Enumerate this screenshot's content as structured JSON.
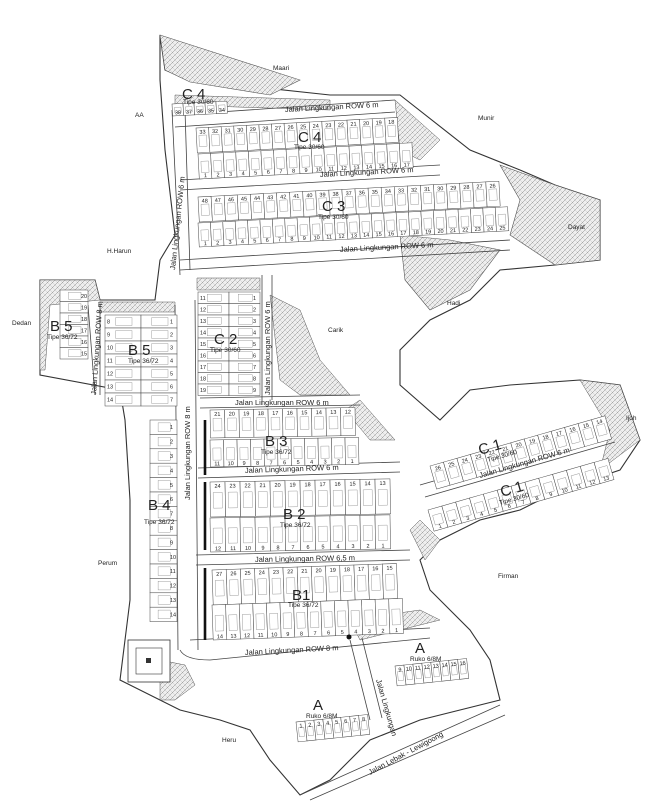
{
  "neighbors": {
    "maari": "Maari",
    "aa": "AA",
    "munir": "Munir",
    "dayat": "Dayat",
    "h_harun": "H.Harun",
    "dedan": "Dedan",
    "hadi": "Hadi",
    "carik": "Carik",
    "ijoh": "Ijoh",
    "perum": "Perum",
    "firman": "Firman",
    "heru": "Heru"
  },
  "roads": {
    "top_6m": "Jalan Lingkungan ROW 6 m",
    "c4_c3_6m": "Jalan Lingkungan ROW 6 m",
    "c3_bottom_6m": "Jalan Lingkungan ROW 6 m",
    "vertical_left_6m": "Jalan Lingkungan ROW 6 m",
    "vertical_c2_6m": "Jalan Lingkungan ROW 6 m",
    "vertical_b5_8m": "Jalan Lingkungan ROW 8 m",
    "vertical_main_8m": "Jalan Lingkungan ROW 8 m",
    "b3_top_6m": "Jalan Lingkungan ROW 6 m",
    "b3_b2_6m": "Jalan Lingkungan ROW 6 m",
    "b2_b1_65m": "Jalan Lingkungan ROW 6,5 m",
    "b1_bottom_8m": "Jalan Lingkungan ROW 8 m",
    "c1_road_6m": "Jalan Lingkungan ROW 6 m",
    "main_entrance": "Jalan Lingkungan",
    "main_road": "Jalan Lebak - Lewigoong"
  },
  "blocks": {
    "c4_small": {
      "name": "C 4",
      "type": "Tipe 30/60",
      "units": [
        "38",
        "37",
        "36",
        "35",
        "34"
      ]
    },
    "c4": {
      "name": "C 4",
      "type": "Tipe 30/60",
      "top": [
        "33",
        "32",
        "31",
        "30",
        "29",
        "28",
        "27",
        "26",
        "25",
        "24",
        "23",
        "22",
        "21",
        "20",
        "19",
        "18"
      ],
      "bottom": [
        "1",
        "2",
        "3",
        "4",
        "5",
        "6",
        "7",
        "8",
        "9",
        "10",
        "11",
        "12",
        "13",
        "14",
        "15",
        "16",
        "17"
      ]
    },
    "c3": {
      "name": "C 3",
      "type": "Tipe 30/60",
      "top": [
        "48",
        "47",
        "46",
        "45",
        "44",
        "43",
        "42",
        "41",
        "40",
        "39",
        "38",
        "37",
        "36",
        "35",
        "34",
        "33",
        "32",
        "31",
        "30",
        "29",
        "28",
        "27",
        "26"
      ],
      "bottom": [
        "1",
        "2",
        "3",
        "4",
        "5",
        "6",
        "7",
        "8",
        "9",
        "10",
        "11",
        "12",
        "13",
        "14",
        "15",
        "16",
        "17",
        "18",
        "19",
        "20",
        "21",
        "22",
        "23",
        "24",
        "25"
      ]
    },
    "b5_small": {
      "name": "B 5",
      "type": "Tipe 36/72",
      "units": [
        "20",
        "19",
        "18",
        "17",
        "16",
        "15"
      ]
    },
    "b5": {
      "name": "B 5",
      "type": "Tipe 36/72",
      "left": [
        "8",
        "9",
        "10",
        "11",
        "12",
        "13",
        "14"
      ],
      "right": [
        "1",
        "2",
        "3",
        "4",
        "5",
        "6",
        "7"
      ]
    },
    "c2": {
      "name": "C 2",
      "type": "Tipe 30/60",
      "left": [
        "11",
        "12",
        "13",
        "14",
        "15",
        "16",
        "17",
        "18",
        "19"
      ],
      "right": [
        "1",
        "2",
        "3",
        "4",
        "5",
        "6",
        "7",
        "8",
        "9"
      ]
    },
    "b3": {
      "name": "B 3",
      "type": "Tipe 36/72",
      "top": [
        "21",
        "20",
        "19",
        "18",
        "17",
        "16",
        "15",
        "14",
        "13",
        "12"
      ],
      "bottom": [
        "11",
        "10",
        "9",
        "8",
        "7",
        "6",
        "5",
        "4",
        "3",
        "2",
        "1"
      ]
    },
    "b2": {
      "name": "B 2",
      "type": "Tipe 36/72",
      "top": [
        "24",
        "23",
        "22",
        "21",
        "20",
        "19",
        "18",
        "17",
        "16",
        "15",
        "14",
        "13"
      ],
      "bottom": [
        "12",
        "11",
        "10",
        "9",
        "8",
        "7",
        "6",
        "5",
        "4",
        "3",
        "2",
        "1"
      ]
    },
    "b1": {
      "name": "B1",
      "type": "Tipe 36/72",
      "top": [
        "27",
        "26",
        "25",
        "24",
        "23",
        "22",
        "21",
        "20",
        "19",
        "18",
        "17",
        "16",
        "15"
      ],
      "bottom": [
        "14",
        "13",
        "12",
        "11",
        "10",
        "9",
        "8",
        "7",
        "6",
        "5",
        "4",
        "3",
        "2",
        "1"
      ]
    },
    "b4": {
      "name": "B 4",
      "type": "Tipe 36/72",
      "right": [
        "1",
        "2",
        "3",
        "4",
        "5",
        "6",
        "7",
        "8",
        "9",
        "10",
        "11",
        "12",
        "13",
        "14"
      ]
    },
    "c1_top": {
      "name": "C 1",
      "type": "Tipe 30/60",
      "units": [
        "26",
        "25",
        "24",
        "23",
        "22",
        "21",
        "20",
        "19",
        "18",
        "17",
        "16",
        "15",
        "14"
      ]
    },
    "c1_bottom": {
      "name": "C 1",
      "type": "Tipe 30/60",
      "units": [
        "1",
        "2",
        "3",
        "4",
        "5",
        "6",
        "7",
        "8",
        "9",
        "10",
        "11",
        "12",
        "13"
      ]
    },
    "a_right": {
      "name": "A",
      "type": "Ruko 6/8M",
      "units": [
        "9",
        "10",
        "11",
        "12",
        "13",
        "14",
        "15",
        "16"
      ]
    },
    "a_left": {
      "name": "A",
      "type": "Ruko 6/8M",
      "units": [
        "1",
        "2",
        "3",
        "4",
        "5",
        "6",
        "7",
        "8"
      ]
    }
  }
}
